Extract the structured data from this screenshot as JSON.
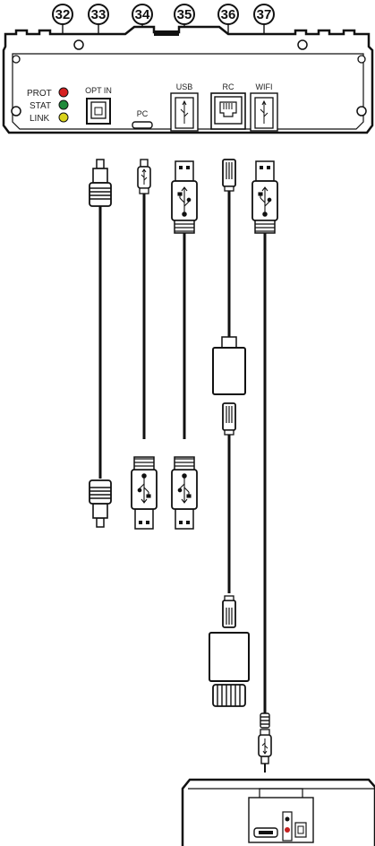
{
  "callouts": [
    {
      "number": "32",
      "target": "leds"
    },
    {
      "number": "33",
      "target": "opt-in"
    },
    {
      "number": "34",
      "target": "pc"
    },
    {
      "number": "35",
      "target": "usb"
    },
    {
      "number": "36",
      "target": "rc"
    },
    {
      "number": "37",
      "target": "wifi"
    }
  ],
  "leds": [
    {
      "label": "PROT",
      "color": "#d62020"
    },
    {
      "label": "STAT",
      "color": "#1f8a3a"
    },
    {
      "label": "LINK",
      "color": "#d9d21a"
    }
  ],
  "ports": {
    "opt_in": "OPT IN",
    "pc": "PC",
    "usb": "USB",
    "rc": "RC",
    "wifi": "WIFI"
  },
  "colors": {
    "outline": "#111111",
    "body_fill": "#ffffff",
    "shade": "#d0d0d0"
  },
  "icons": [
    "usb-symbol-icon",
    "toslink-plug-icon",
    "rj-plug-icon",
    "micro-usb-plug-icon"
  ]
}
